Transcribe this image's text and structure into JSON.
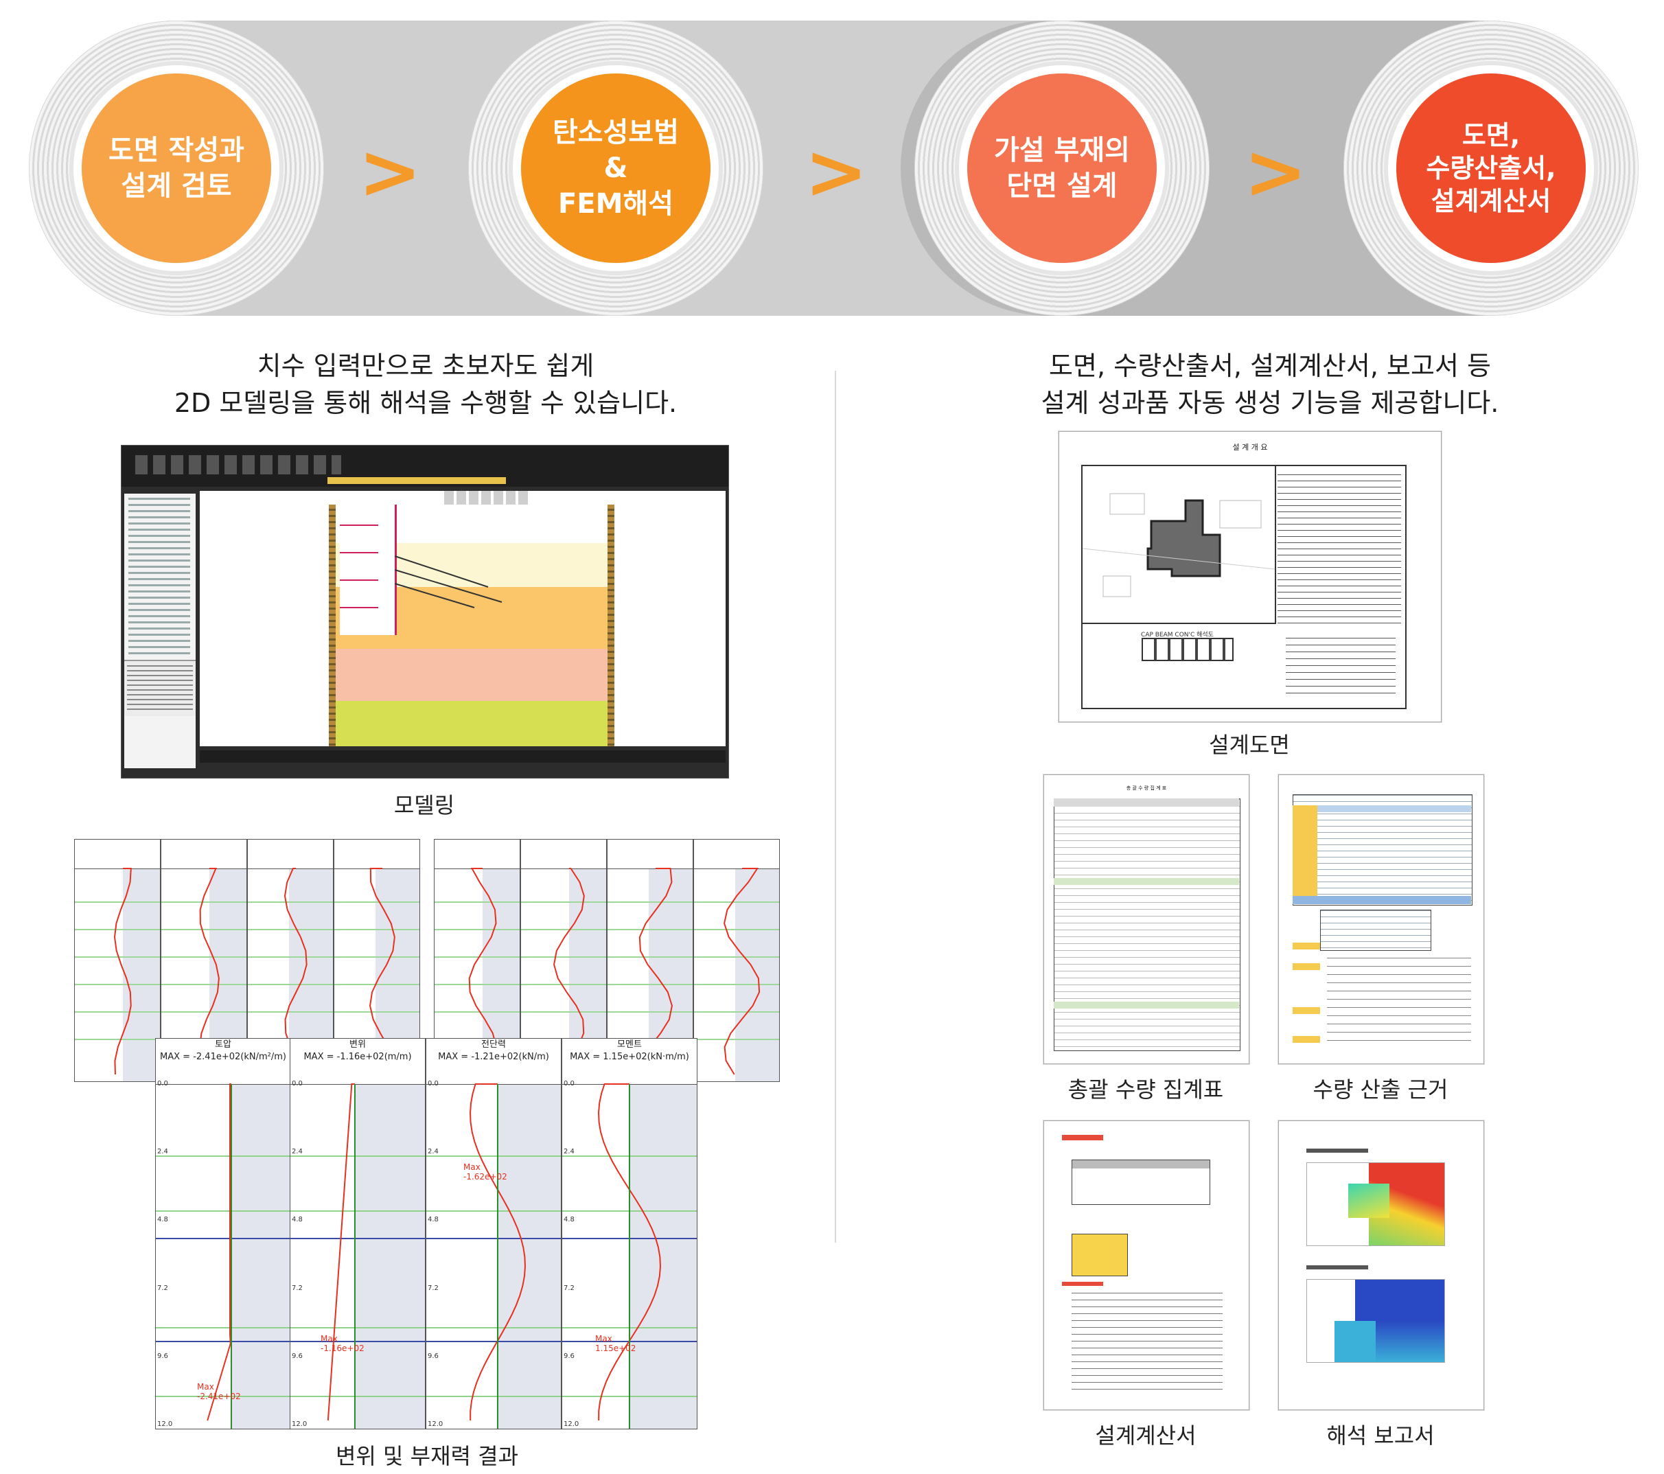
{
  "process": {
    "steps": [
      {
        "label": "도면 작성과\n설계 검토",
        "color": "#f7a347"
      },
      {
        "label": "탄소성보법\n&\nFEM해석",
        "color": "#f4941d"
      },
      {
        "label": "가설 부재의\n단면 설계",
        "color": "#f47350"
      },
      {
        "label": "도면,\n수량산출서,\n설계계산서",
        "color": "#ef4c2c"
      }
    ],
    "arrow_symbol": ">",
    "arrow_color": "#f39a2b"
  },
  "left": {
    "caption": "치수 입력만으로 초보자도 쉽게\n2D 모델링을 통해 해석을 수행할 수 있습니다.",
    "modeling_label": "모델링",
    "results_label": "변위 및 부재력 결과",
    "big_panels": [
      {
        "title": "토압",
        "max": "MAX = -2.41e+02(kN/m²/m)",
        "max_label": "Max\n-2.41e+02"
      },
      {
        "title": "변위",
        "max": "MAX = -1.16e+02(m/m)",
        "max_label": "Max\n-1.16e+02"
      },
      {
        "title": "전단력",
        "max": "MAX = -1.21e+02(kN/m)",
        "max_label": "Max\n-1.62e+02"
      },
      {
        "title": "모멘트",
        "max": "MAX = 1.15e+02(kN·m/m)",
        "max_label": "Max\n1.15e+02"
      }
    ],
    "depth_ticks": [
      "0.0",
      "2.4",
      "4.8",
      "7.2",
      "9.6",
      "12.0"
    ]
  },
  "right": {
    "caption": "도면, 수량산출서, 설계계산서, 보고서 등\n설계 성과품 자동 생성 기능을 제공합니다.",
    "docs": [
      {
        "label": "설계도면",
        "title": "설 계 개 요"
      },
      {
        "label": "총괄 수량 집계표",
        "title": "총 괄 수 량 집 계 표"
      },
      {
        "label": "수량 산출 근거"
      },
      {
        "label": "설계계산서"
      },
      {
        "label": "해석 보고서"
      }
    ],
    "drawing_note": "CAP BEAM CON'C 해석도"
  }
}
